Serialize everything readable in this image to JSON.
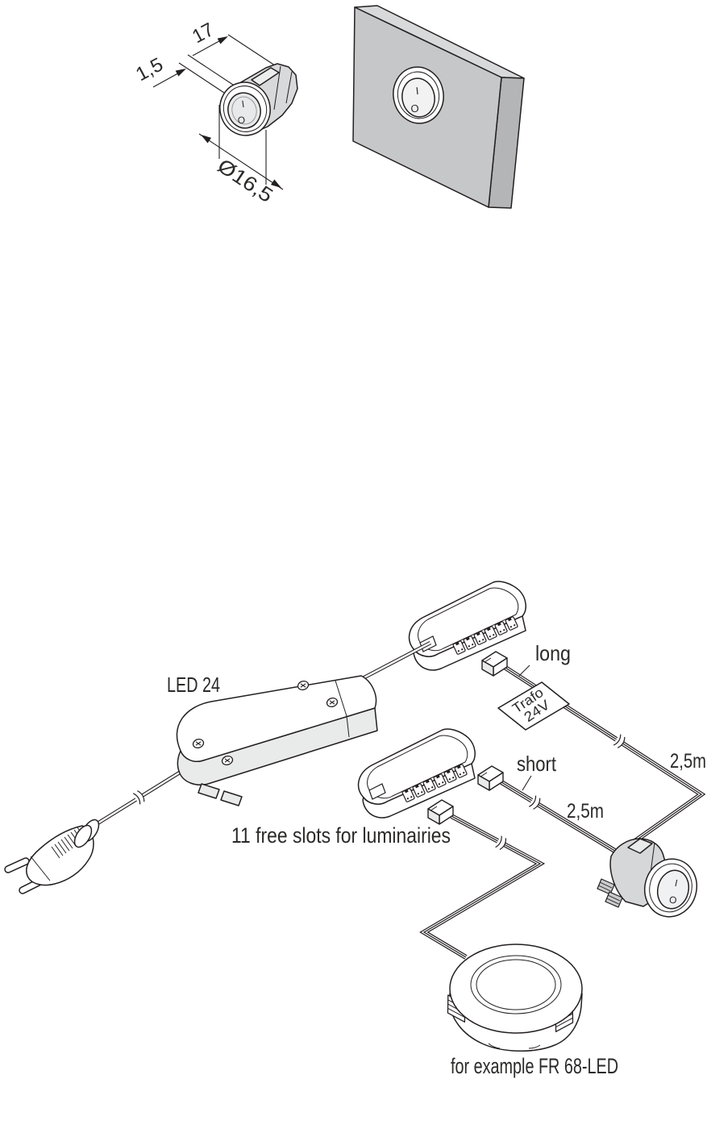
{
  "dimension_drawing": {
    "depth": "17",
    "flange": "1,5",
    "diameter": "Ø16,5"
  },
  "switch_marks": {
    "on": "I",
    "off": "O"
  },
  "wiring_diagram": {
    "driver_label": "LED 24",
    "slots_note": "11 free slots for luminairies",
    "trafo_line1": "Trafo",
    "trafo_line2": "24V",
    "long_label": "long",
    "long_length": "2,5m",
    "short_label": "short",
    "short_length": "2,5m",
    "luminaire_note": "for example FR 68-LED"
  },
  "colors": {
    "outline": "#231f20",
    "text": "#2b2a29",
    "panel_front": "#c6c7c9",
    "panel_top": "#d8d9da",
    "panel_side": "#b4b5b7",
    "body_gray": "#d8d9da",
    "light_gray": "#e9eaea",
    "white": "#ffffff"
  }
}
